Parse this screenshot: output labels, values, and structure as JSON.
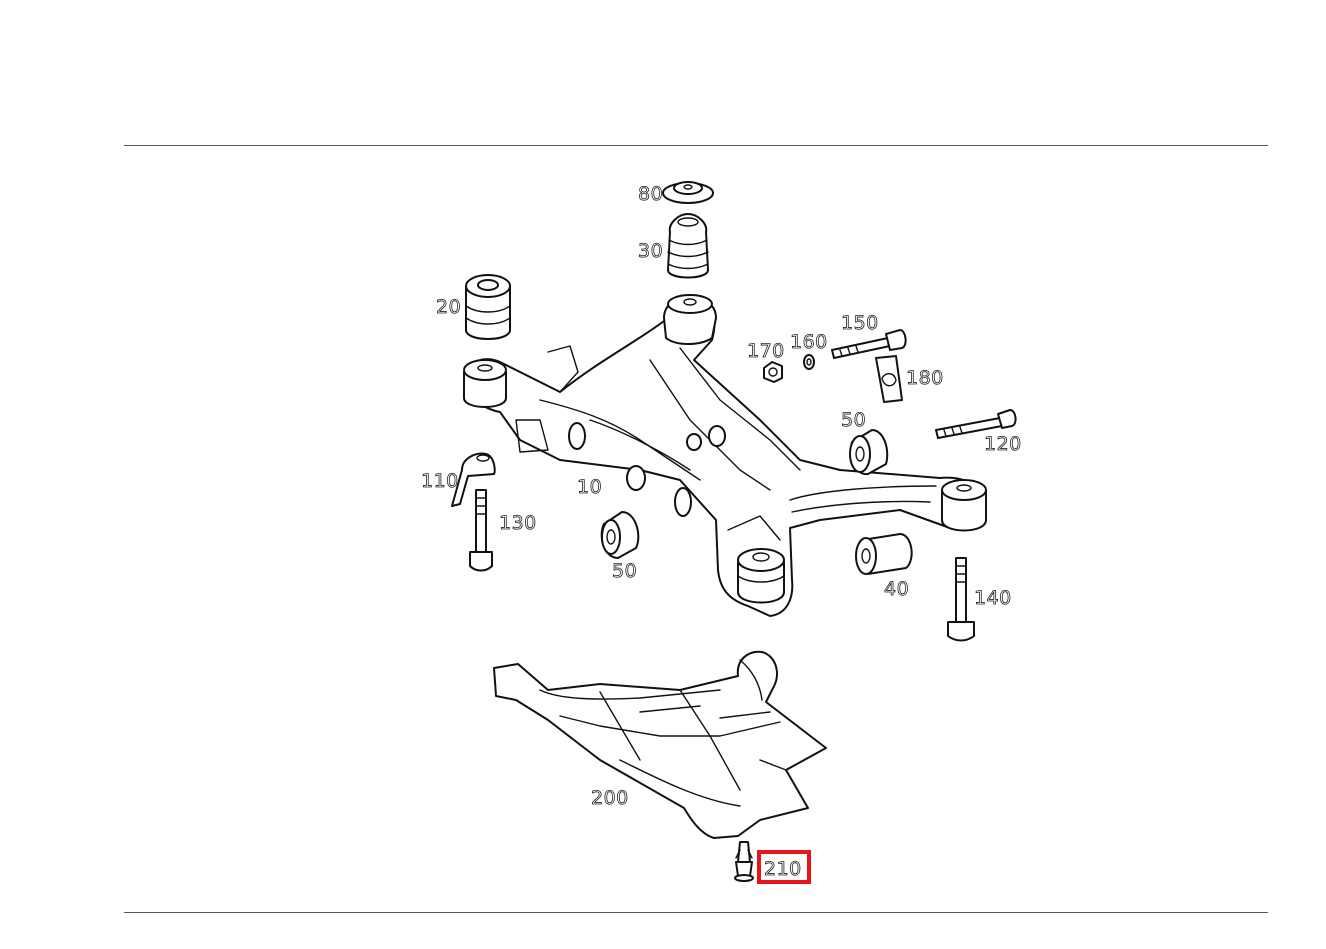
{
  "labels": {
    "p80": "80",
    "p30": "30",
    "p20": "20",
    "p170": "170",
    "p160": "160",
    "p150": "150",
    "p180": "180",
    "p50a": "50",
    "p120": "120",
    "p110": "110",
    "p10": "10",
    "p130": "130",
    "p50b": "50",
    "p40": "40",
    "p140": "140",
    "p200": "200",
    "p210": "210"
  },
  "highlight": {
    "part": "210",
    "color": "#e8141b"
  }
}
